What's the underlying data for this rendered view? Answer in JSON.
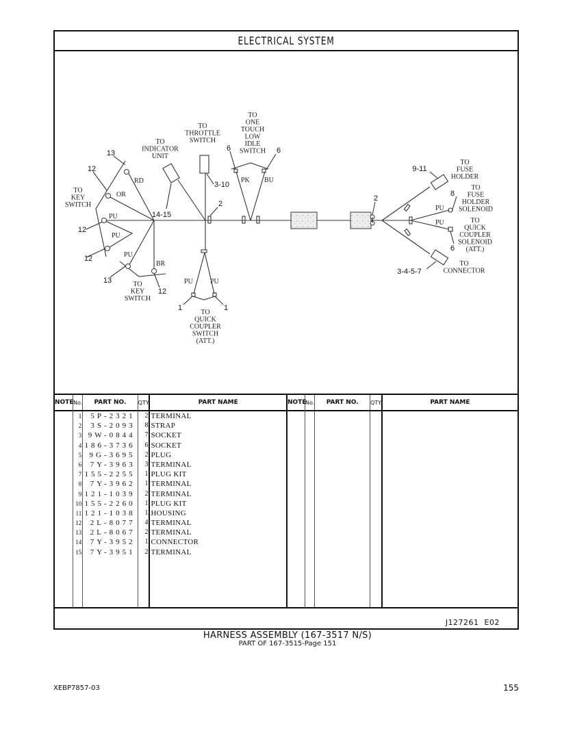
{
  "section_title": "ELECTRICAL SYSTEM",
  "diagram": {
    "labels": {
      "to_key_switch_upper": [
        "TO",
        "KEY",
        "SWITCH"
      ],
      "to_key_switch_lower": [
        "TO",
        "KEY",
        "SWITCH"
      ],
      "to_indicator_unit": [
        "TO",
        "INDICATOR",
        "UNIT"
      ],
      "to_throttle_switch": [
        "TO",
        "THROTTLE",
        "SWITCH"
      ],
      "to_one_touch_low_idle_switch": [
        "TO",
        "ONE",
        "TOUCH",
        "LOW",
        "IDLE",
        "SWITCH"
      ],
      "to_quick_coupler_switch": [
        "TO",
        "QUICK",
        "COUPLER",
        "SWITCH",
        "(ATT.)"
      ],
      "to_fuse_holder": [
        "TO",
        "FUSE",
        "HOLDER"
      ],
      "to_fuse_holder_solenoid": [
        "TO",
        "FUSE",
        "HOLDER",
        "SOLENOID"
      ],
      "to_quick_coupler_solenoid": [
        "TO",
        "QUICK",
        "COUPLER",
        "SOLENOID",
        "(ATT.)"
      ],
      "to_connector": [
        "TO",
        "CONNECTOR"
      ]
    },
    "wire_colors": {
      "rd": "RD",
      "or": "OR",
      "pu1": "PU",
      "pu2": "PU",
      "pu3": "PU",
      "br": "BR",
      "pk": "PK",
      "bu": "BU",
      "qc_pu_left": "PU",
      "qc_pu_right": "PU",
      "fhs_pu": "PU",
      "qcs_pu": "PU"
    },
    "callouts": {
      "c13_top": "13",
      "c12_or": "12",
      "c12_pu1": "12",
      "c12_pu2": "12",
      "c13_bottom": "13",
      "c12_br": "12",
      "c14_15": "14-15",
      "c3_10": "3-10",
      "c2_left": "2",
      "c6_left": "6",
      "c6_right": "6",
      "c1_left": "1",
      "c1_right": "1",
      "c2_right": "2",
      "c9_11": "9-11",
      "c8": "8",
      "c6_sol": "6",
      "c3_4_5_7": "3-4-5-7"
    }
  },
  "table": {
    "headers": {
      "note": "NOTE",
      "no": "No.",
      "part_no": "PART NO.",
      "qty": "QTY.",
      "part_name": "PART NAME"
    },
    "rows": [
      {
        "no": "1",
        "part_no": "5P-2321",
        "qty": "2",
        "name": "TERMINAL"
      },
      {
        "no": "2",
        "part_no": "3S-2093",
        "qty": "8",
        "name": "STRAP"
      },
      {
        "no": "3",
        "part_no": "9W-0844",
        "qty": "7",
        "name": "SOCKET"
      },
      {
        "no": "4",
        "part_no": "186-3736",
        "qty": "6",
        "name": "SOCKET"
      },
      {
        "no": "5",
        "part_no": "9G-3695",
        "qty": "2",
        "name": "PLUG"
      },
      {
        "no": "6",
        "part_no": "7Y-3963",
        "qty": "3",
        "name": "TERMINAL"
      },
      {
        "no": "7",
        "part_no": "155-2255",
        "qty": "1",
        "name": "PLUG KIT"
      },
      {
        "no": "8",
        "part_no": "7Y-3962",
        "qty": "1",
        "name": "TERMINAL"
      },
      {
        "no": "9",
        "part_no": "121-1039",
        "qty": "2",
        "name": "TERMINAL"
      },
      {
        "no": "10",
        "part_no": "155-2260",
        "qty": "1",
        "name": "PLUG KIT"
      },
      {
        "no": "11",
        "part_no": "121-1038",
        "qty": "1",
        "name": "HOUSING"
      },
      {
        "no": "12",
        "part_no": "2L-8077",
        "qty": "4",
        "name": "TERMINAL"
      },
      {
        "no": "13",
        "part_no": "2L-8067",
        "qty": "2",
        "name": "TERMINAL"
      },
      {
        "no": "14",
        "part_no": "7Y-3952",
        "qty": "1",
        "name": "CONNECTOR"
      },
      {
        "no": "15",
        "part_no": "7Y-3951",
        "qty": "2",
        "name": "TERMINAL"
      }
    ]
  },
  "drawing_id": "J127261  E02",
  "caption": {
    "main": "HARNESS ASSEMBLY (167-3517 N/S)",
    "sub": "PART OF 167-3515-Page 151"
  },
  "footer": {
    "doc_code": "XEBP7857-03",
    "page_number": "155"
  }
}
